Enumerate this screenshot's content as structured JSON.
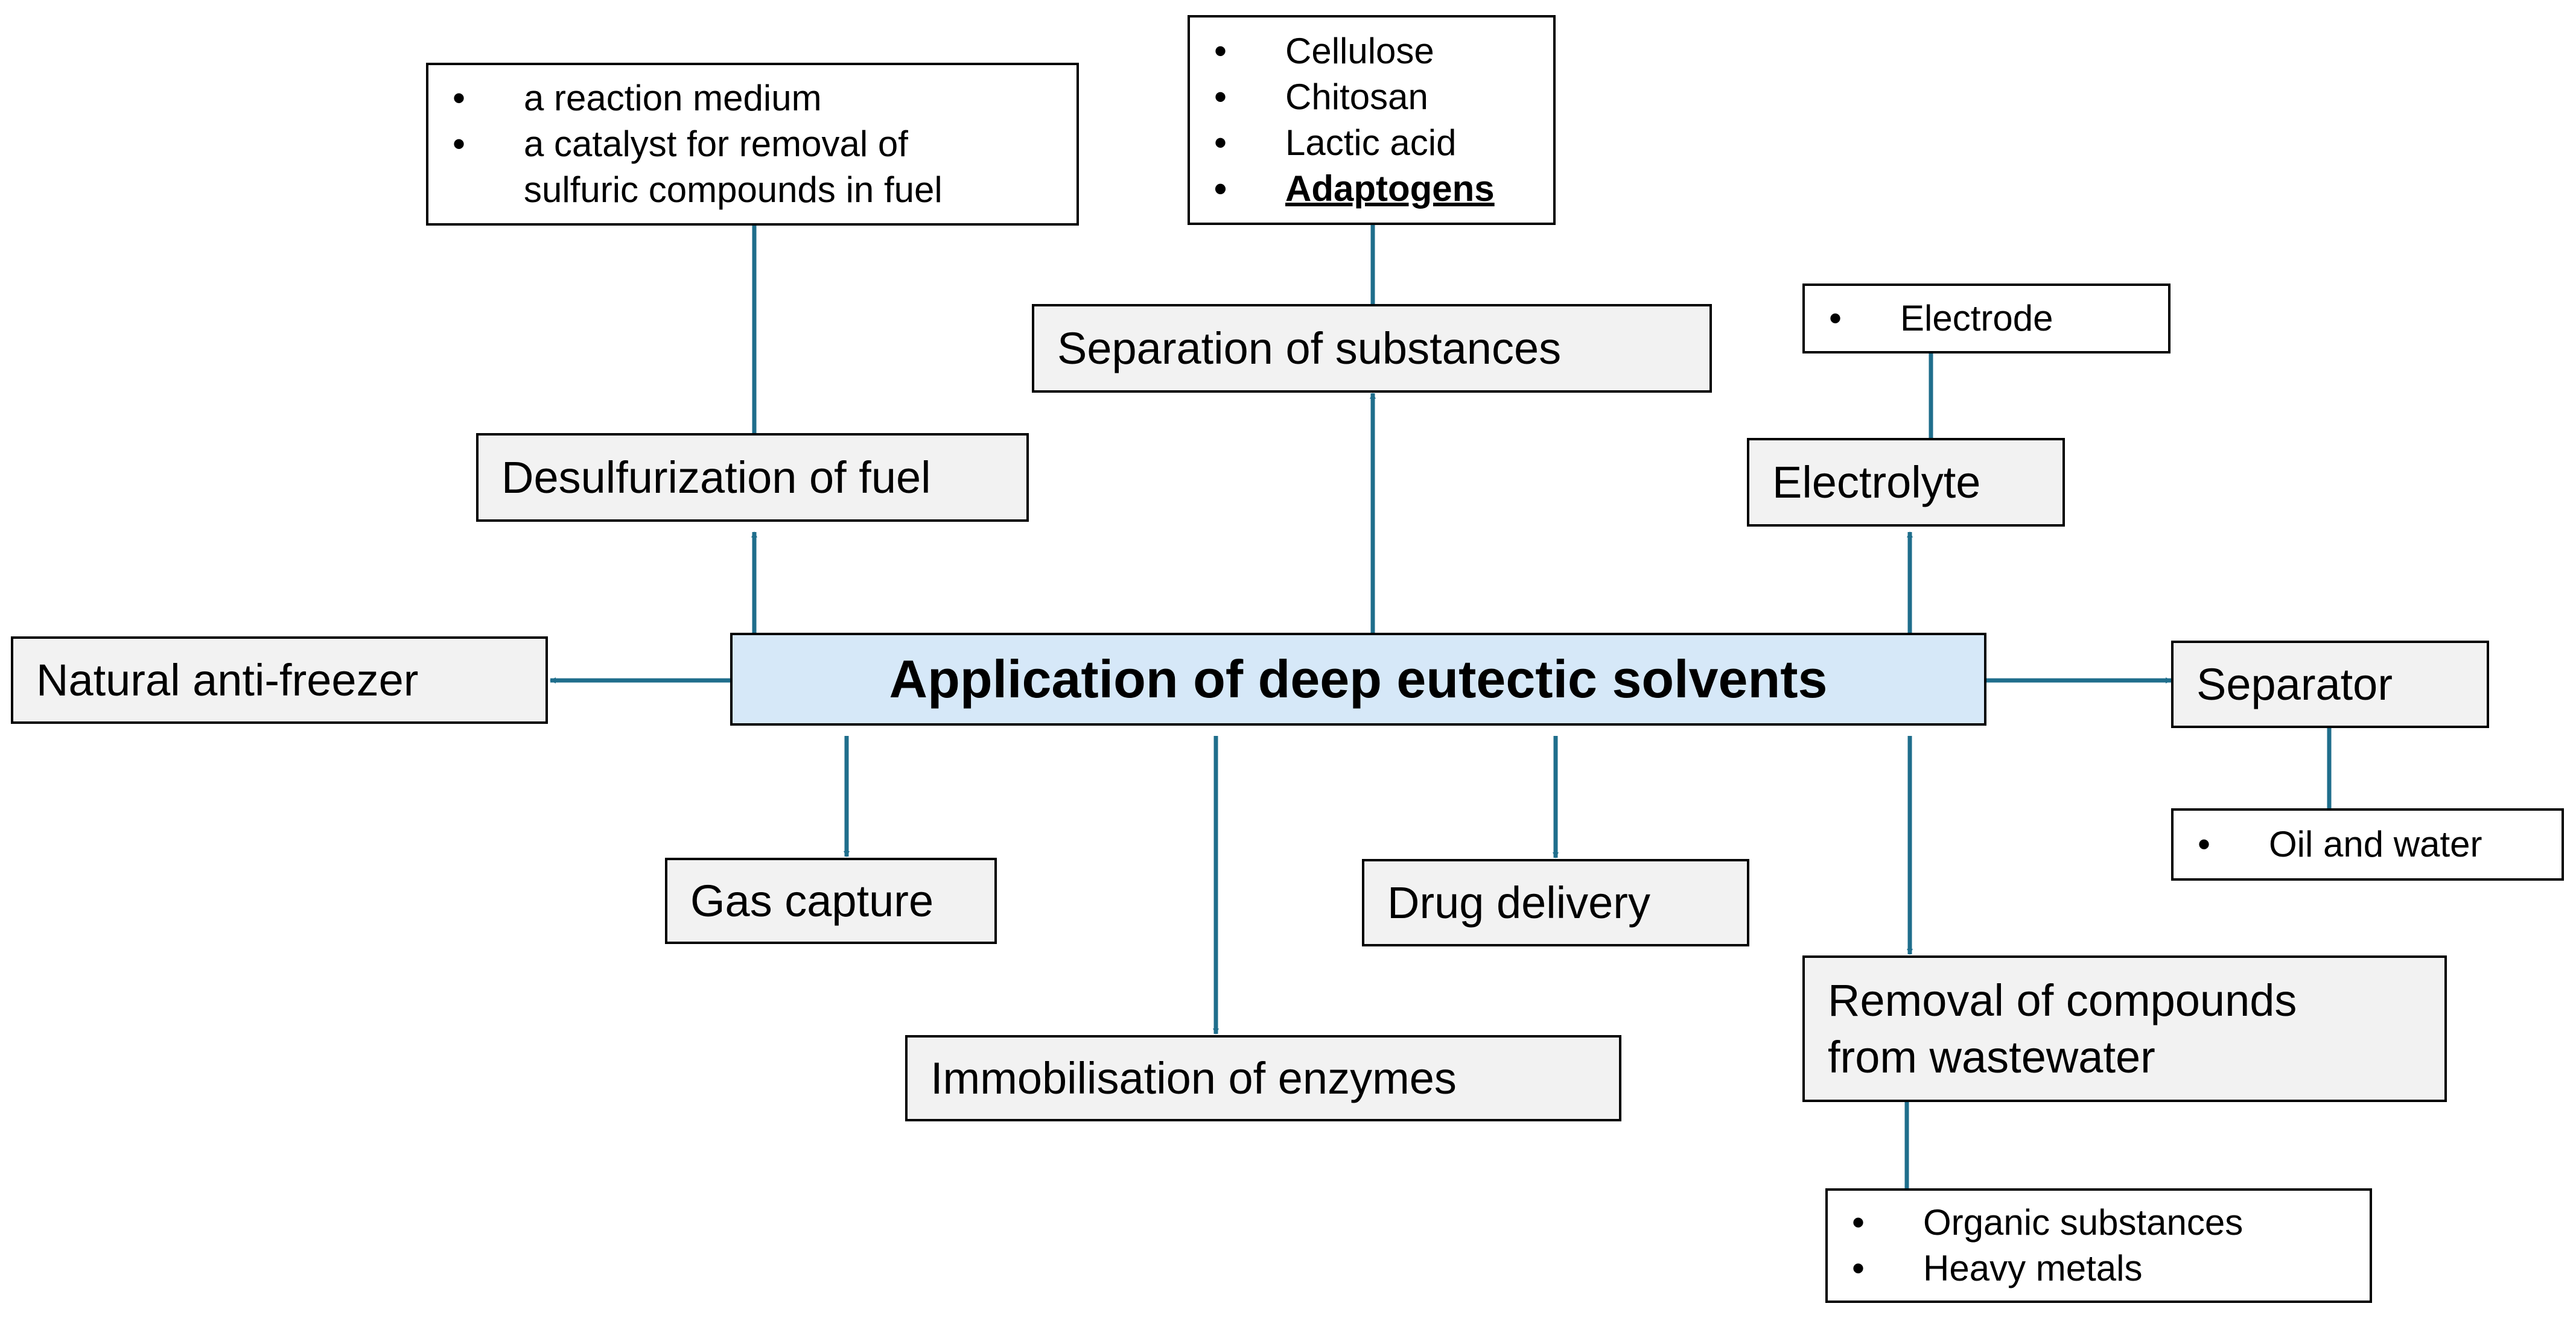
{
  "center": {
    "label": "Application of deep eutectic solvents"
  },
  "nodes": {
    "natural_anti_freezer": "Natural anti-freezer",
    "desulfurization": "Desulfurization of fuel",
    "separation_substances": "Separation of substances",
    "electrolyte": "Electrolyte",
    "separator": "Separator",
    "gas_capture": "Gas capture",
    "drug_delivery": "Drug delivery",
    "immobilisation": "Immobilisation of enzymes",
    "removal_compounds": {
      "line1": "Removal of compounds",
      "line2": "from wastewater"
    }
  },
  "details": {
    "desulfurization": {
      "items": [
        "a reaction medium",
        "a catalyst for removal of",
        "sulfuric compounds in fuel"
      ]
    },
    "separation_substances": {
      "items": [
        "Cellulose",
        "Chitosan",
        "Lactic acid",
        "Adaptogens"
      ]
    },
    "electrolyte": {
      "items": [
        "Electrode"
      ]
    },
    "separator": {
      "items": [
        "Oil and water"
      ]
    },
    "removal_compounds": {
      "items": [
        "Organic substances",
        "Heavy metals"
      ]
    }
  },
  "colors": {
    "connector": "#1f6e8c",
    "center_fill": "#d6e8f8",
    "node_fill": "#f2f2f2"
  }
}
